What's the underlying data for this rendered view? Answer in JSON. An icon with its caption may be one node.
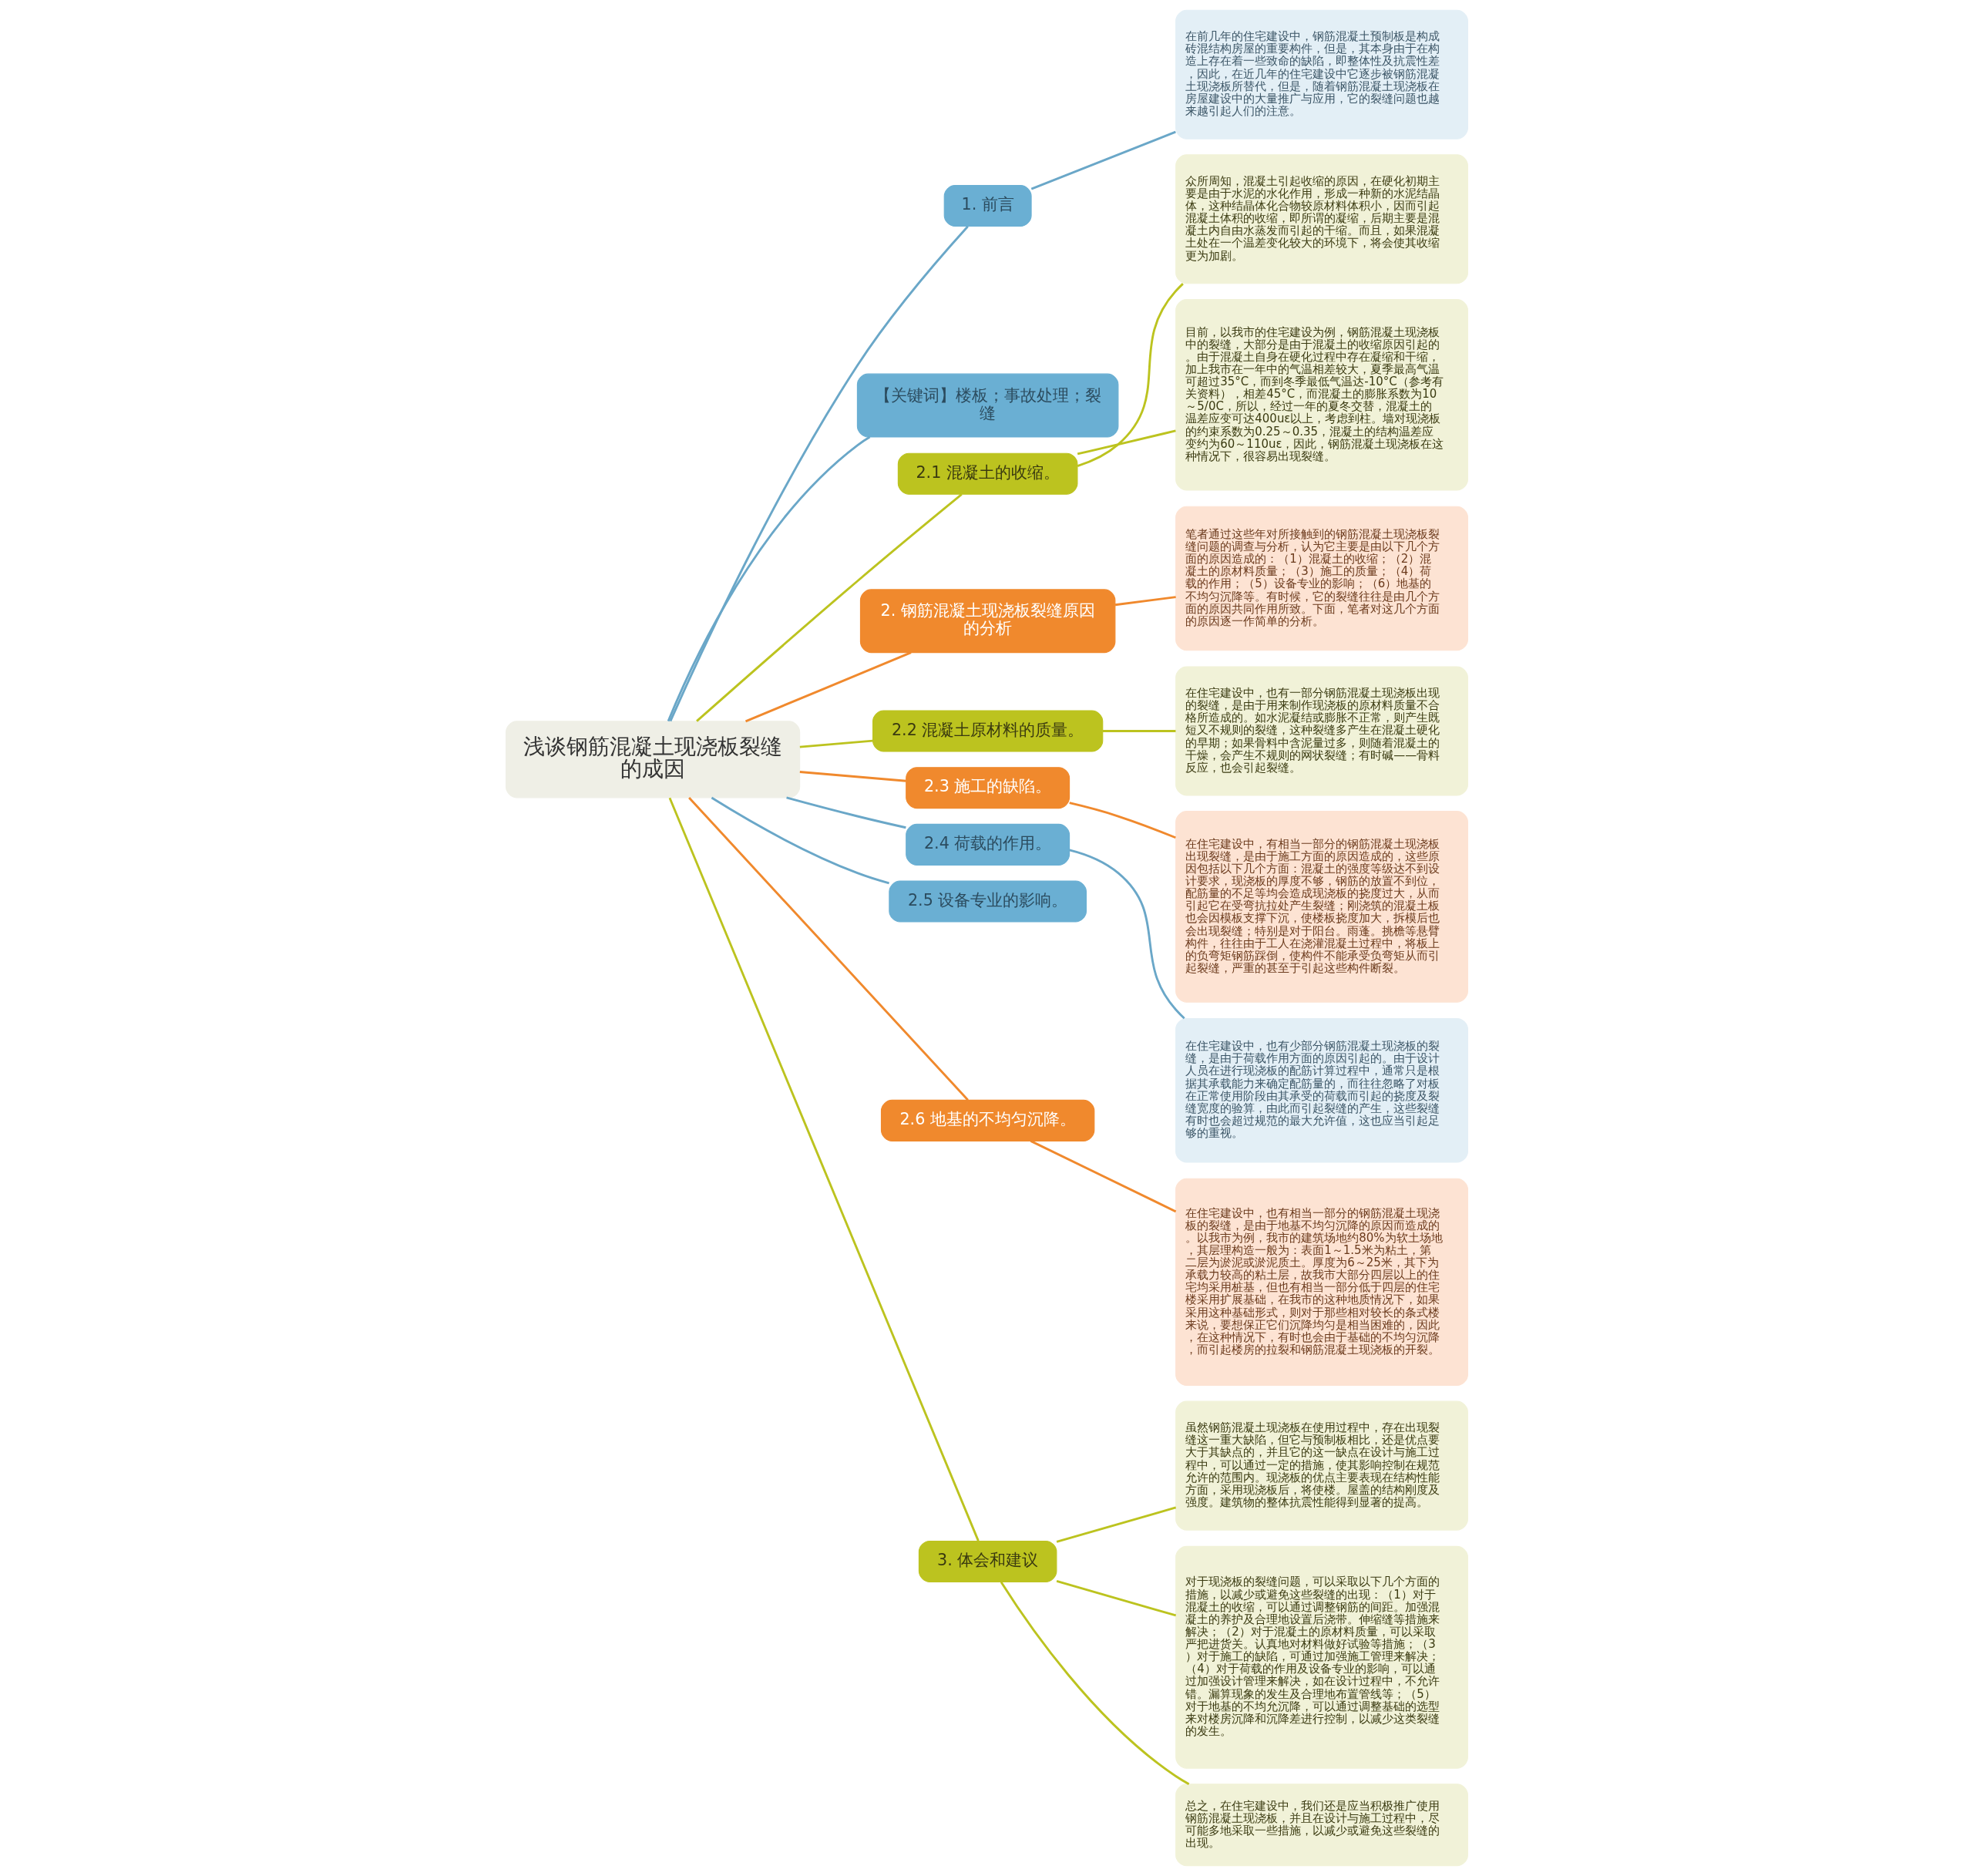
{
  "diagram": {
    "nodes": [
      {
        "text": [
          "浅谈钢筋混凝土现浇板裂缝的成因"
        ]
      },
      {
        "text": [
          "1. 前言"
        ]
      },
      {
        "text": [
          "在前几年的住宅建设中，钢筋混凝土预制板是构成砖混结构房屋的重要构件，但是，其本身由于在构造上存在着一些致命的缺陷，即整体性及抗震性差，因此，在近几年的住宅建设中它逐步被钢筋混凝土现浇板所替代，但是，随着钢筋混凝土现浇板在房屋建设中的大量推广与应用，它的裂缝问题也越来越引起人们的注意。"
        ]
      },
      {
        "text": [
          "【关键词】楼板；事故处理；裂缝"
        ]
      },
      {
        "text": [
          "2.1 混凝土的收缩。"
        ]
      },
      {
        "text": [
          "众所周知，混凝土引起收缩的原因，在硬化初期主要是由于水泥的水化作用，形成一种新的水泥结晶体，这种结晶体化合物较原材料体积小，因而引起混凝土体积的收缩，即所谓的凝缩，后期主要是混凝土内自由水蒸发而引起的干缩。而且，如果混凝土处在一个温差变化较大的环境下，将会使其收缩更为加剧。"
        ]
      },
      {
        "text": [
          "目前，以我市的住宅建设为例，钢筋混凝土现浇板中的裂缝，大部分是由于混凝土的收缩原因引起的。由于混凝土自身在硬化过程中存在凝缩和干缩，加上我市在一年中的气温相差较大，夏季最高气温可超过35°C，而到冬季最低气温达-10°C（参考有关资料），相差45°C，而混凝土的膨胀系数为10～5/0C，所以，经过一年的夏冬交替，混凝土的温差应变可达400uε以上，考虑到柱。墙对现浇板的约束系数为0.25～0.35，混凝土的结构温差应变约为60～110uε，因此，钢筋混凝土现浇板在这种情况下，很容易出现裂缝。"
        ]
      },
      {
        "text": [
          "2. 钢筋混凝土现浇板裂缝原因的分析"
        ]
      },
      {
        "text": [
          "笔者通过这些年对所接触到的钢筋混凝土现浇板裂缝问题的调查与分析，认为它主要是由以下几个方面的原因造成的：（1）混凝土的收缩；（2）混凝土的原材料质量；（3）施工的质量；（4）荷载的作用；（5）设备专业的影响；（6）地基的不均匀沉降等。有时候，它的裂缝往往是由几个方面的原因共同作用所致。下面，笔者对这几个方面的原因逐一作简单的分析。"
        ]
      },
      {
        "text": [
          "2.2 混凝土原材料的质量。"
        ]
      },
      {
        "text": [
          "在住宅建设中，也有一部分钢筋混凝土现浇板出现的裂缝，是由于用来制作现浇板的原材料质量不合格所造成的。如水泥凝结或膨胀不正常，则产生既短又不规则的裂缝，这种裂缝多产生在混凝土硬化的早期；如果骨料中含泥量过多，则随着混凝土的干燥，会产生不规则的网状裂缝；有时碱——骨料反应，也会引起裂缝。"
        ]
      },
      {
        "text": [
          "2.3 施工的缺陷。"
        ]
      },
      {
        "text": [
          "在住宅建设中，有相当一部分的钢筋混凝土现浇板出现裂缝，是由于施工方面的原因造成的，这些原因包括以下几个方面：混凝土的强度等级达不到设计要求，现浇板的厚度不够，钢筋的放置不到位，配筋量的不足等均会造成现浇板的挠度过大，从而引起它在受弯抗拉处产生裂缝；刚浇筑的混凝土板也会因模板支撑下沉，使楼板挠度加大，拆模后也会出现裂缝；特别是对于阳台。雨蓬。挑檐等悬臂构件，往往由于工人在浇灌混凝土过程中，将板上的负弯矩钢筋踩倒，使构件不能承受负弯矩从而引起裂缝，严重的甚至于引起这些构件断裂。"
        ]
      },
      {
        "text": [
          "2.4 荷载的作用。"
        ]
      },
      {
        "text": [
          "在住宅建设中，也有少部分钢筋混凝土现浇板的裂缝，是由于荷载作用方面的原因引起的。由于设计人员在进行现浇板的配筋计算过程中，通常只是根据其承载能力来确定配筋量的，而往往忽略了对板在正常使用阶段由其承受的荷载而引起的挠度及裂缝宽度的验算，由此而引起裂缝的产生，这些裂缝有时也会超过规范的最大允许值，这也应当引起足够的重视。"
        ]
      },
      {
        "text": [
          "2.5 设备专业的影响。"
        ]
      },
      {
        "text": [
          "2.6 地基的不均匀沉降。"
        ]
      },
      {
        "text": [
          "在住宅建设中，也有相当一部分的钢筋混凝土现浇板的裂缝，是由于地基不均匀沉降的原因而造成的。以我市为例，我市的建筑场地约80%为软土场地，其层理构造一般为：表面1～1.5米为粘土，第二层为淤泥或淤泥质土。厚度为6～25米，其下为承载力较高的粘土层，故我市大部分四层以上的住宅均采用桩基，但也有相当一部分低于四层的住宅楼采用扩展基础，在我市的这种地质情况下，如果采用这种基础形式，则对于那些相对较长的条式楼来说，要想保正它们沉降均匀是相当困难的，因此，在这种情况下，有时也会由于基础的不均匀沉降，而引起楼房的拉裂和钢筋混凝土现浇板的开裂。"
        ]
      },
      {
        "text": [
          "3. 体会和建议"
        ]
      },
      {
        "text": [
          "虽然钢筋混凝土现浇板在使用过程中，存在出现裂缝这一重大缺陷，但它与预制板相比，还是优点要大于其缺点的，并且它的这一缺点在设计与施工过程中，可以通过一定的措施，使其影响控制在规范允许的范围内。现浇板的优点主要表现在结构性能方面，采用现浇板后，将使楼。屋盖的结构刚度及强度。建筑物的整体抗震性能得到显著的提高。"
        ]
      },
      {
        "text": [
          "对于现浇板的裂缝问题，可以采取以下几个方面的措施，以减少或避免这些裂缝的出现：（1）对于混凝土的收缩，可以通过调整钢筋的间距。加强混凝土的养护及合理地设置后浇带。伸缩缝等措施来解决；（2）对于混凝土的原材料质量，可以采取严把进货关。认真地对材料做好试验等措施；（3）对于施工的缺陷，可通过加强施工管理来解决；（4）对于荷载的作用及设备专业的影响，可以通过加强设计管理来解决，如在设计过程中，不允许错。漏算现象的发生及合理地布置管线等；（5）对于地基的不均允沉降，可以通过调整基础的选型来对楼房沉降和沉降差进行控制，以减少这类裂缝的发生。"
        ]
      },
      {
        "text": [
          "总之，在住宅建设中，我们还是应当积极推广使用钢筋混凝土现浇板，并且在设计与施工过程中，尽可能多地采取一些措施，以减少或避免这些裂缝的出现。"
        ]
      }
    ],
    "edges": [
      {
        "from": 0,
        "to": 1,
        "arrow": "none",
        "color": "#6aa7c8"
      },
      {
        "from": 1,
        "to": 2,
        "arrow": "none",
        "color": "#6aa7c8"
      },
      {
        "from": 0,
        "to": 3,
        "arrow": "none",
        "color": "#6aa7c8"
      },
      {
        "from": 0,
        "to": 4,
        "arrow": "none"
      },
      {
        "from": 4,
        "to": 5,
        "arrow": "none"
      },
      {
        "from": 4,
        "to": 6,
        "arrow": "none"
      },
      {
        "from": 0,
        "to": 7,
        "arrow": "none",
        "color": "#f0892d"
      },
      {
        "from": 7,
        "to": 8,
        "arrow": "none",
        "color": "#f0892d"
      },
      {
        "from": 0,
        "to": 9,
        "arrow": "none"
      },
      {
        "from": 9,
        "to": 10,
        "arrow": "none"
      },
      {
        "from": 0,
        "to": 11,
        "arrow": "none",
        "color": "#f0892d"
      },
      {
        "from": 11,
        "to": 12,
        "arrow": "none",
        "color": "#f0892d"
      },
      {
        "from": 0,
        "to": 13,
        "arrow": "none",
        "color": "#6aa7c8"
      },
      {
        "from": 13,
        "to": 14,
        "arrow": "none",
        "color": "#6aa7c8"
      },
      {
        "from": 0,
        "to": 15,
        "arrow": "none",
        "color": "#6aa7c8"
      },
      {
        "from": 0,
        "to": 16,
        "arrow": "none",
        "color": "#f0892d"
      },
      {
        "from": 16,
        "to": 17,
        "arrow": "none",
        "color": "#f0892d"
      },
      {
        "from": 0,
        "to": 18,
        "arrow": "none"
      },
      {
        "from": 18,
        "to": 19,
        "arrow": "none"
      },
      {
        "from": 18,
        "to": 20,
        "arrow": "none"
      },
      {
        "from": 18,
        "to": 21,
        "arrow": "none"
      }
    ]
  }
}
